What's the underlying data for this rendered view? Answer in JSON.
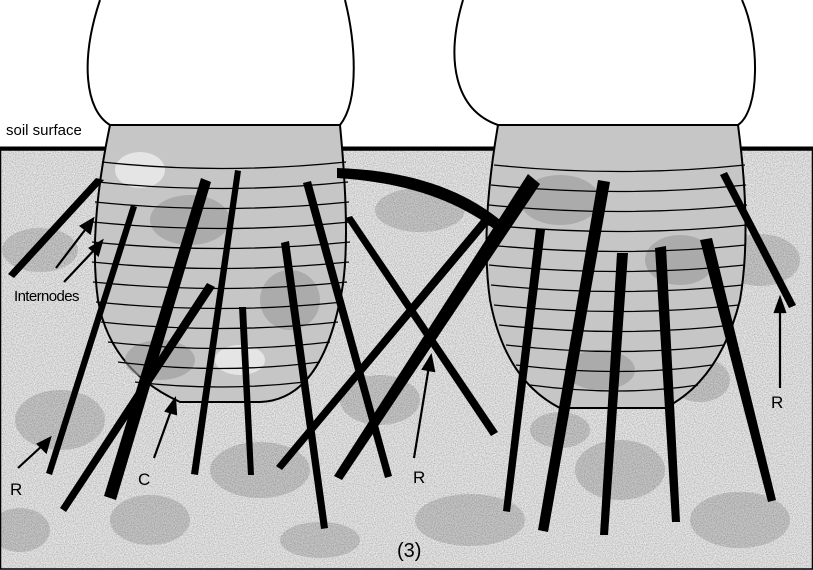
{
  "labels": {
    "soil_surface": "soil surface",
    "internodes": "Internodes",
    "root_left": "R",
    "crown": "C",
    "root_middle": "R",
    "root_right": "R",
    "panel_number": "(3)"
  },
  "colors": {
    "ink": "#000000",
    "soil_fill": "#e4e4e4",
    "soil_blotch": "#bdbdbd",
    "crown_fill": "#c9c9c9",
    "crown_shade": "#9a9a9a",
    "stem_fill": "#ffffff"
  }
}
